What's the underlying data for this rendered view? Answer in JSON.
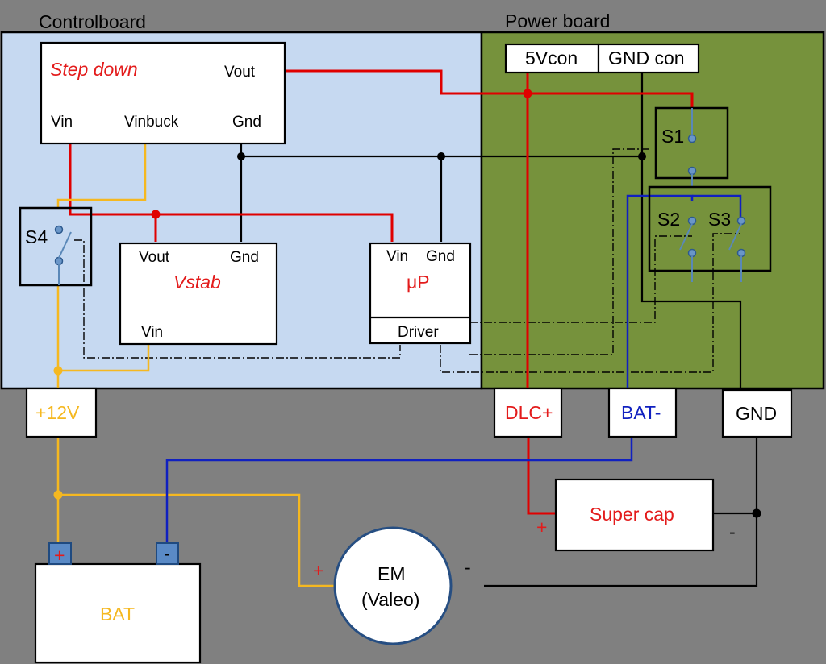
{
  "boards": {
    "control": "Controlboard",
    "power": "Power board"
  },
  "step_down": {
    "title": "Step down",
    "vout": "Vout",
    "vin": "Vin",
    "vinbuck": "Vinbuck",
    "gnd": "Gnd"
  },
  "vstab": {
    "title": "Vstab",
    "vout": "Vout",
    "gnd": "Gnd",
    "vin": "Vin"
  },
  "up": {
    "title": "μP",
    "vin": "Vin",
    "gnd": "Gnd",
    "driver": "Driver"
  },
  "connectors": {
    "five_v": "5Vcon",
    "gnd_con": "GND con",
    "plus12": "+12V",
    "dlc": "DLC+",
    "bat_minus": "BAT-",
    "gnd": "GND"
  },
  "switches": {
    "s1": "S1",
    "s2": "S2",
    "s3": "S3",
    "s4": "S4"
  },
  "battery": {
    "label": "BAT",
    "plus": "+",
    "minus": "-"
  },
  "motor": {
    "line1": "EM",
    "line2": "(Valeo)",
    "plus": "+",
    "minus": "-"
  },
  "supercap": {
    "label": "Super cap",
    "plus": "+",
    "minus": "-"
  },
  "colors": {
    "control_bg": "#c6d9f1",
    "power_bg": "#76923c",
    "background": "#808080",
    "red_wire": "#e00000",
    "yellow_wire": "#f5b820",
    "blue_wire": "#1020c0"
  }
}
